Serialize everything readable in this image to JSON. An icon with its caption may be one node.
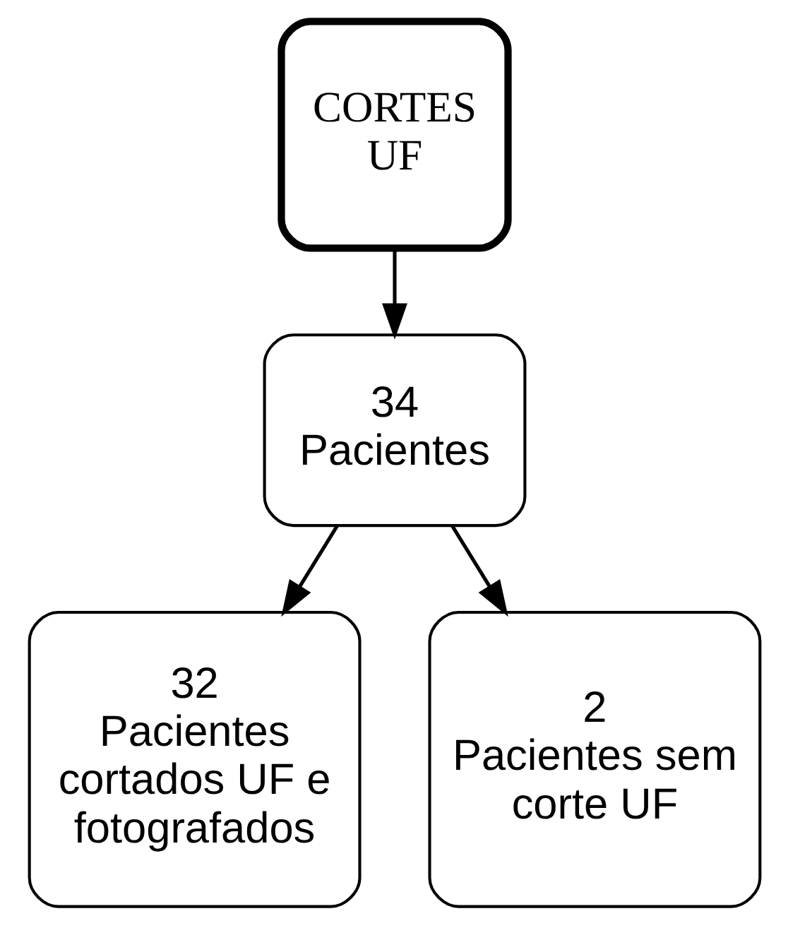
{
  "diagram": {
    "nodes": [
      {
        "text": [
          "CORTES UF"
        ]
      },
      {
        "text": [
          "34 Pacientes"
        ]
      },
      {
        "text": [
          "32 Pacientes cortados UF e fotografados"
        ]
      },
      {
        "text": [
          "2 Pacientes sem corte UF"
        ]
      }
    ],
    "edges": [
      {
        "from": 0,
        "to": 1,
        "arrow": "to"
      },
      {
        "from": 1,
        "to": 2,
        "arrow": "to"
      },
      {
        "from": 1,
        "to": 3,
        "arrow": "to"
      }
    ]
  }
}
